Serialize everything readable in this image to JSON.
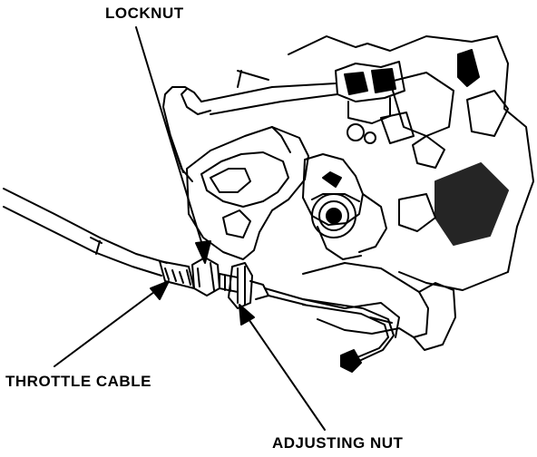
{
  "labels": {
    "locknut": "LOCKNUT",
    "throttle_cable": "THROTTLE CABLE",
    "adjusting_nut": "ADJUSTING NUT"
  },
  "colors": {
    "ink": "#000000",
    "paper": "#ffffff"
  }
}
